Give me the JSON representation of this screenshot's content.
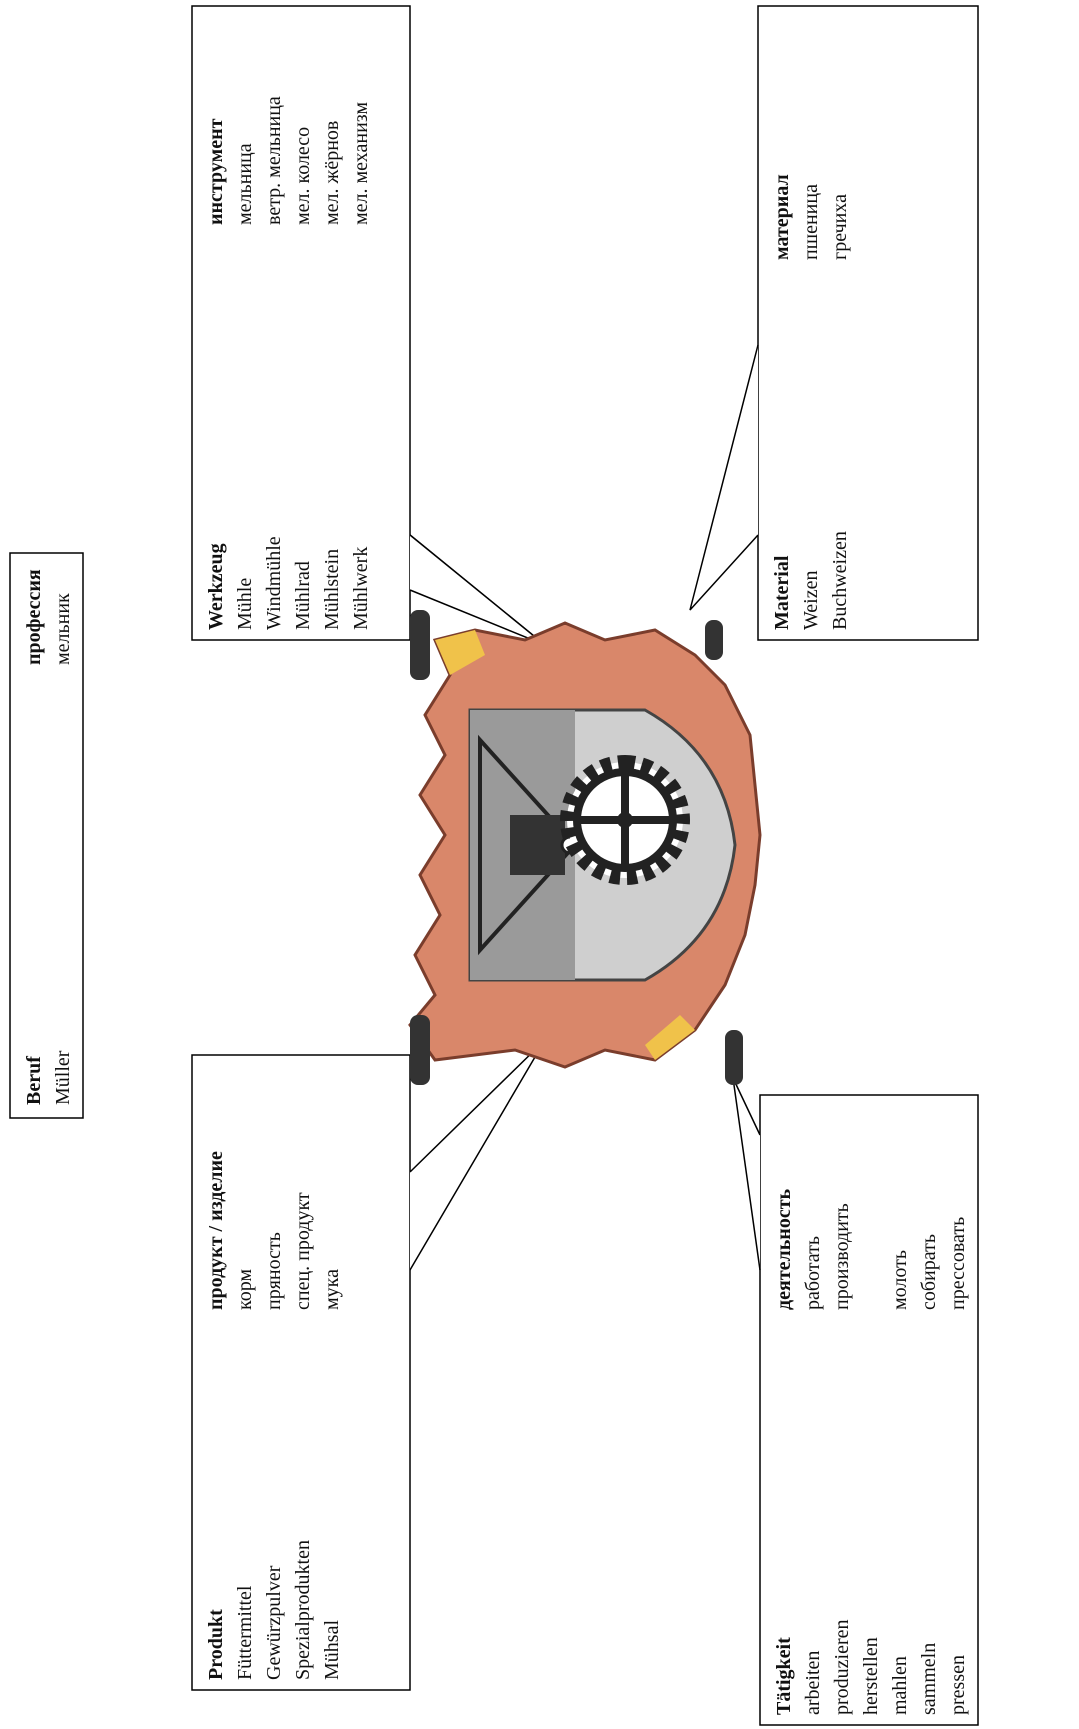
{
  "beruf": {
    "de_heading": "Beruf",
    "de": [
      "Müller"
    ],
    "ru_heading": "профессия",
    "ru": [
      "мельник"
    ]
  },
  "werkzeug": {
    "de_heading": "Werkzeug",
    "de": [
      "Mühle",
      "Windmühle",
      "Mühlrad",
      "Mühlstein",
      "Mühlwerk"
    ],
    "ru_heading": "инструмент",
    "ru": [
      "мельница",
      "ветр. мельница",
      "мел. колесо",
      "мел. жёрнов",
      "мел. механизм"
    ]
  },
  "material": {
    "de_heading": "Material",
    "de": [
      "Weizen",
      "Buchweizen"
    ],
    "ru_heading": "материал",
    "ru": [
      "пшеница",
      "гречиха"
    ]
  },
  "produkt": {
    "de_heading": "Produkt",
    "de": [
      "Füttermittel",
      "Gewürzpulver",
      "Spezialprodukten",
      "Mühsal"
    ],
    "ru_heading": "продукт / изделие",
    "ru": [
      "корм",
      "пряность",
      "спец. продукт",
      "мука"
    ]
  },
  "taetigkeit": {
    "de_heading": "Tätigkeit",
    "de": [
      "arbeiten",
      "produzieren",
      "herstellen",
      "mahlen",
      "sammeln",
      "pressen"
    ],
    "ru_heading": "деятельность",
    "ru": [
      "работать",
      "производить",
      "",
      "молоть",
      "собирать",
      "прессовать"
    ]
  },
  "colors": {
    "shield_orange": "#d9876a",
    "shield_yellow": "#f0c24a",
    "plate_gray": "#9a9a9a",
    "gear_black": "#222222"
  },
  "emblem_icon": "miller-coat-of-arms-icon"
}
